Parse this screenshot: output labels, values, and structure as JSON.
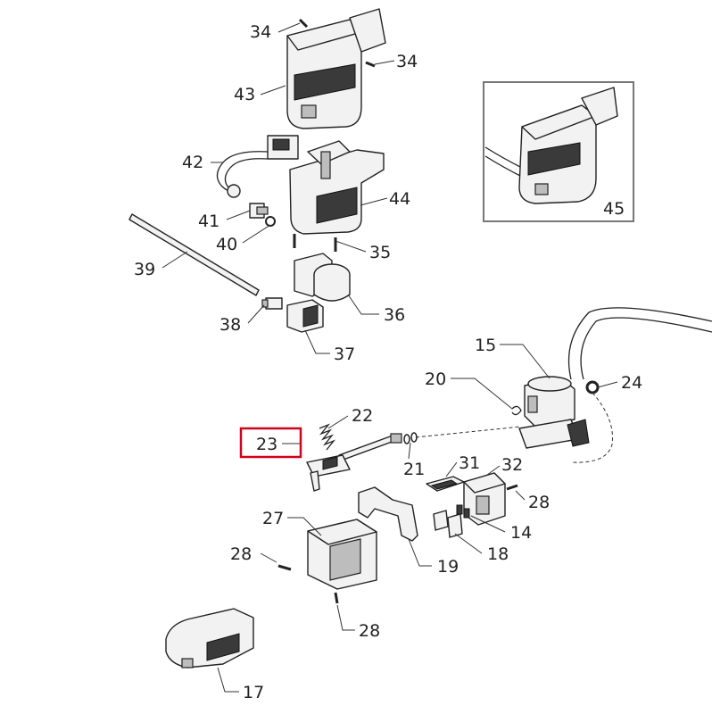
{
  "labels": {
    "p34a": "34",
    "p34b": "34",
    "p43": "43",
    "p42": "42",
    "p44": "44",
    "p41": "41",
    "p40": "40",
    "p35": "35",
    "p39": "39",
    "p36": "36",
    "p38": "38",
    "p37": "37",
    "p45": "45",
    "p15": "15",
    "p20": "20",
    "p24": "24",
    "p22": "22",
    "p23": "23",
    "p21": "21",
    "p31": "31",
    "p32": "32",
    "p28a": "28",
    "p27": "27",
    "p14": "14",
    "p28b": "28",
    "p18": "18",
    "p19": "19",
    "p28c": "28",
    "p17": "17"
  },
  "highlight": {
    "part": "23",
    "color": "#d0021b"
  },
  "colors": {
    "line": "#222222",
    "shade": "#3a3a3a"
  }
}
